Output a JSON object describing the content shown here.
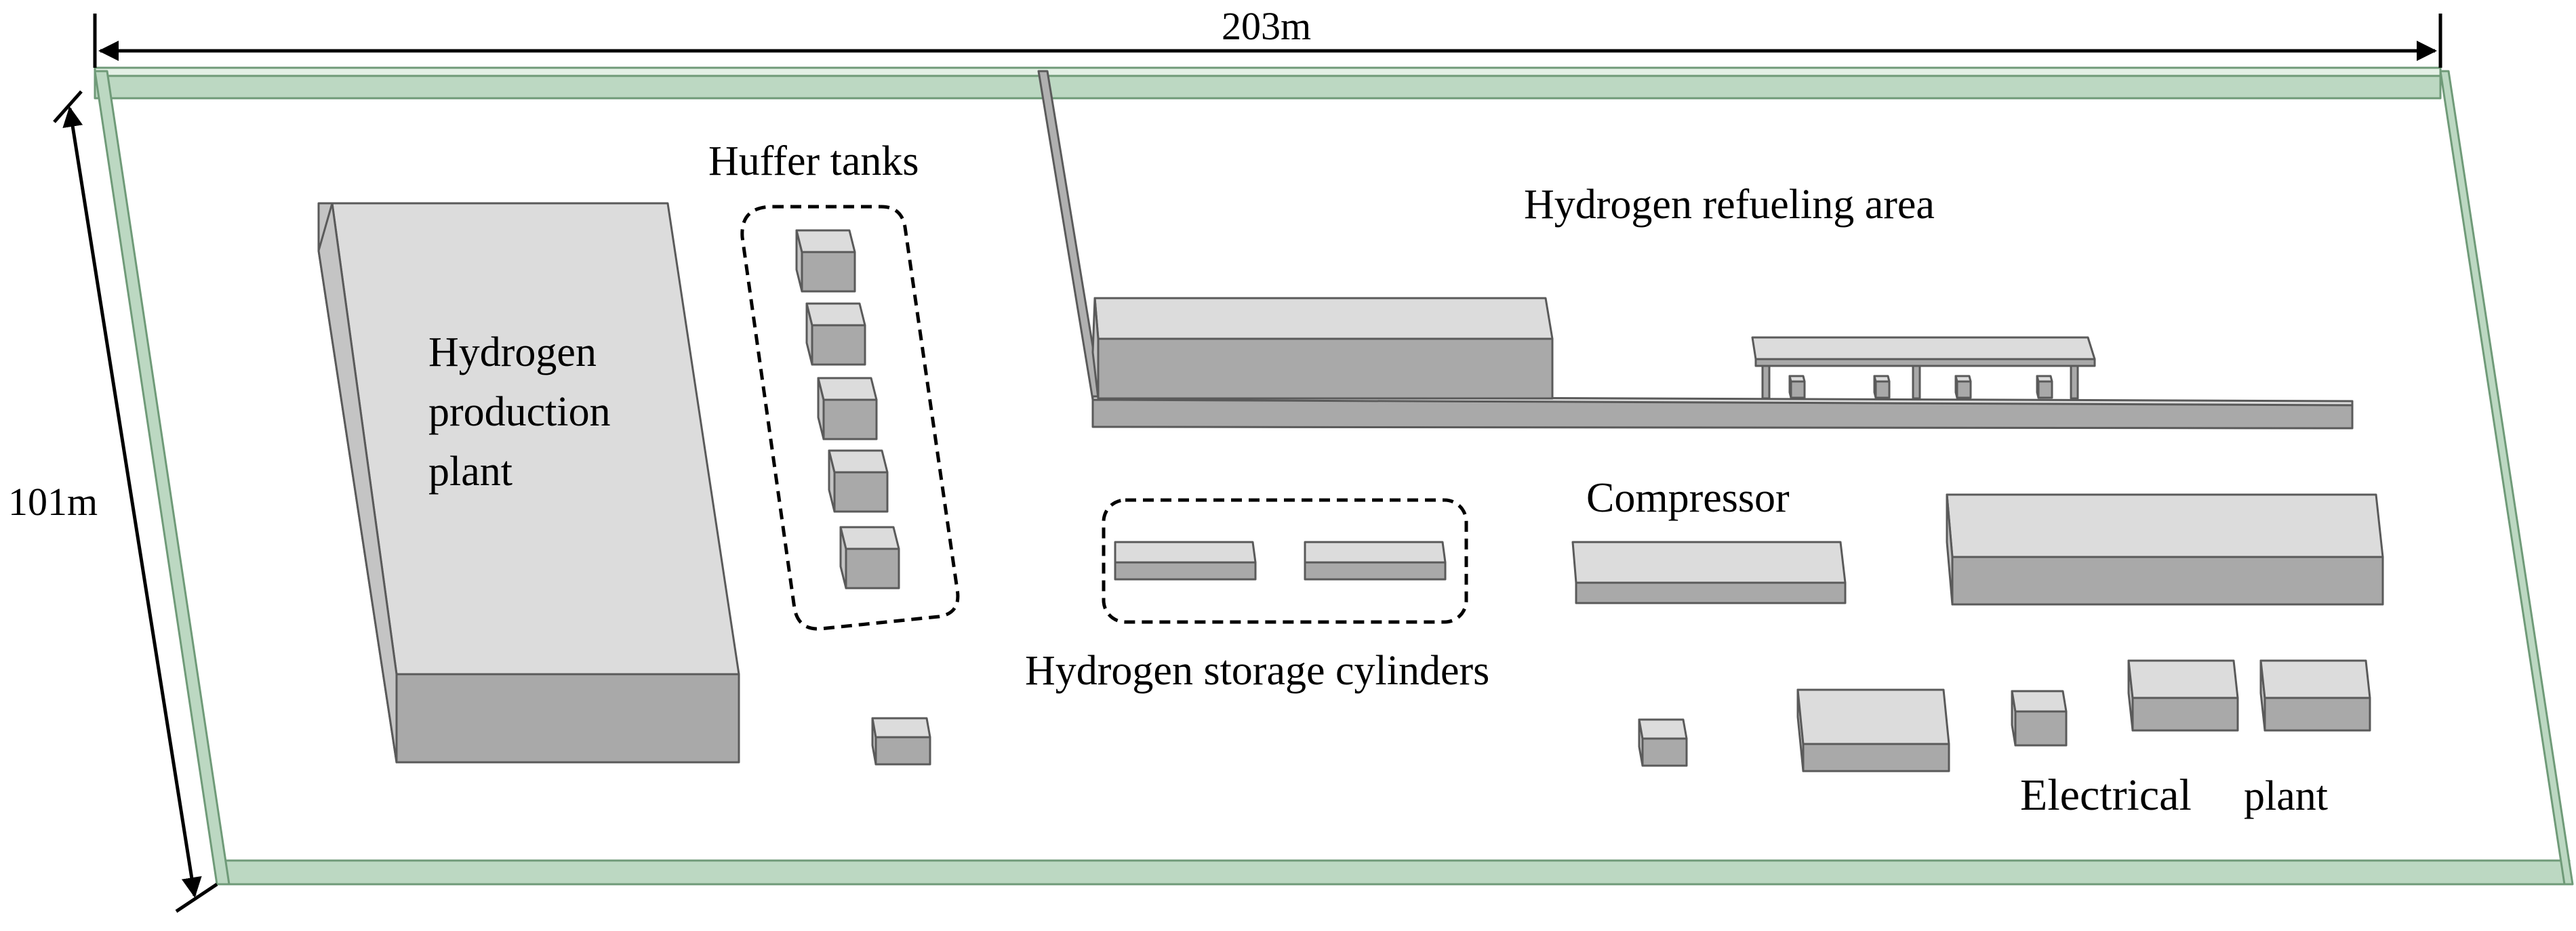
{
  "dimensions": {
    "width_label": "203m",
    "depth_label": "101m"
  },
  "labels": {
    "production_plant": [
      "Hydrogen",
      "production",
      "plant"
    ],
    "huffer_tanks": "Huffer tanks",
    "refueling_area": "Hydrogen refueling area",
    "storage_cylinders": "Hydrogen storage cylinders",
    "compressor": "Compressor",
    "electrical_word": "Electrical",
    "plant_word": "plant"
  },
  "colors": {
    "wall_green": "#bcd8c2",
    "building_top": "#dcdcdc",
    "building_front": "#a9a9a9"
  }
}
